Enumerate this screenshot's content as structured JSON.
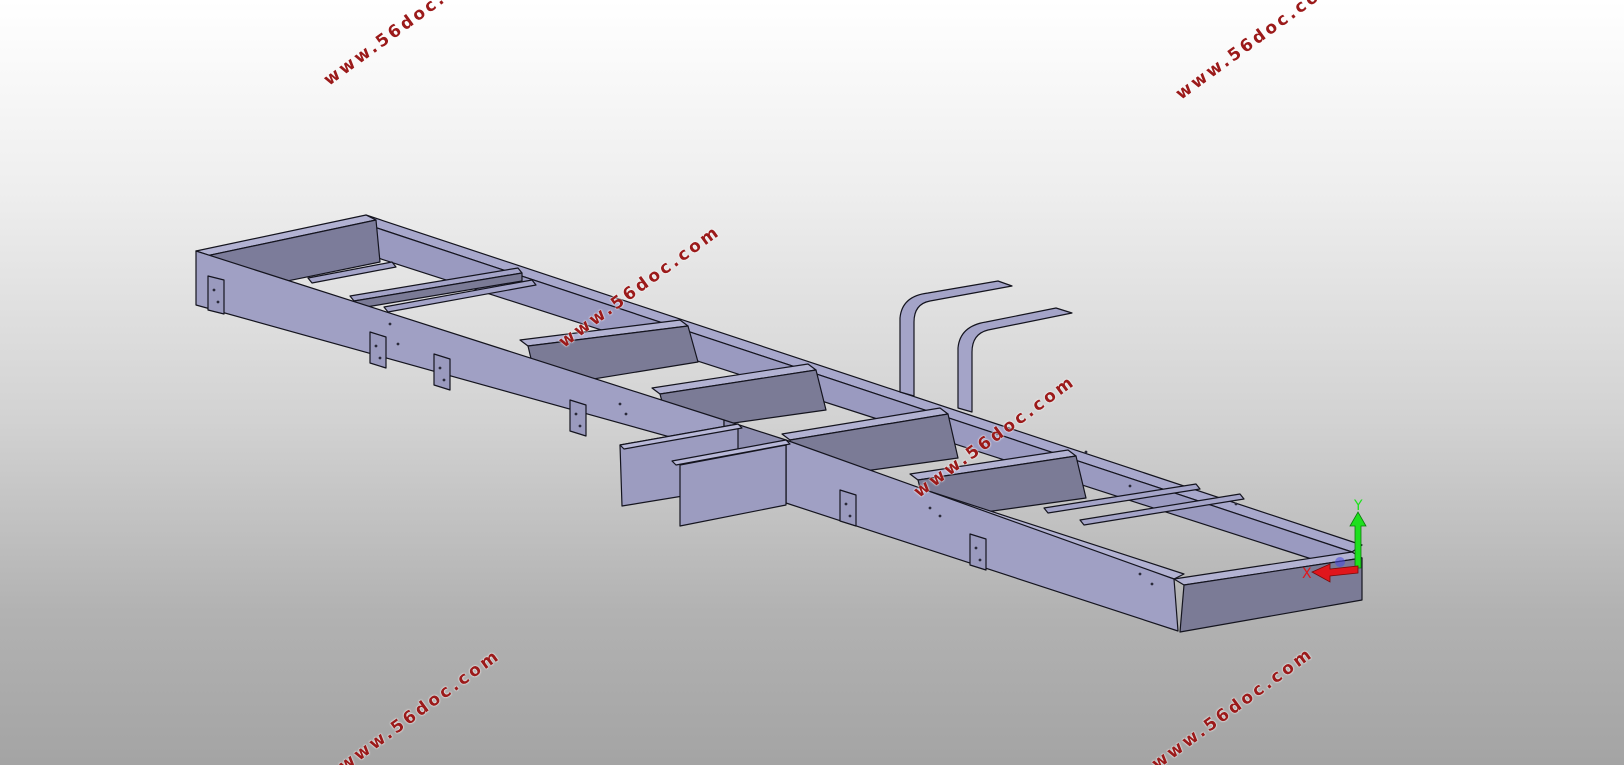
{
  "viewport": {
    "watermark_text": "www.56doc.com",
    "watermark_color": "#9b1a1a",
    "background_top": "#ffffff",
    "background_bottom": "#a4a4a4"
  },
  "model": {
    "face_light": "#a4a4c8",
    "face_mid": "#9898bc",
    "face_dark": "#7b7b96",
    "edge_color": "#14141e"
  },
  "compass": {
    "x_label": "X",
    "y_label": "Y",
    "x_color": "#e0161c",
    "y_color": "#1ee01e",
    "z_color": "#4a4ae0"
  }
}
